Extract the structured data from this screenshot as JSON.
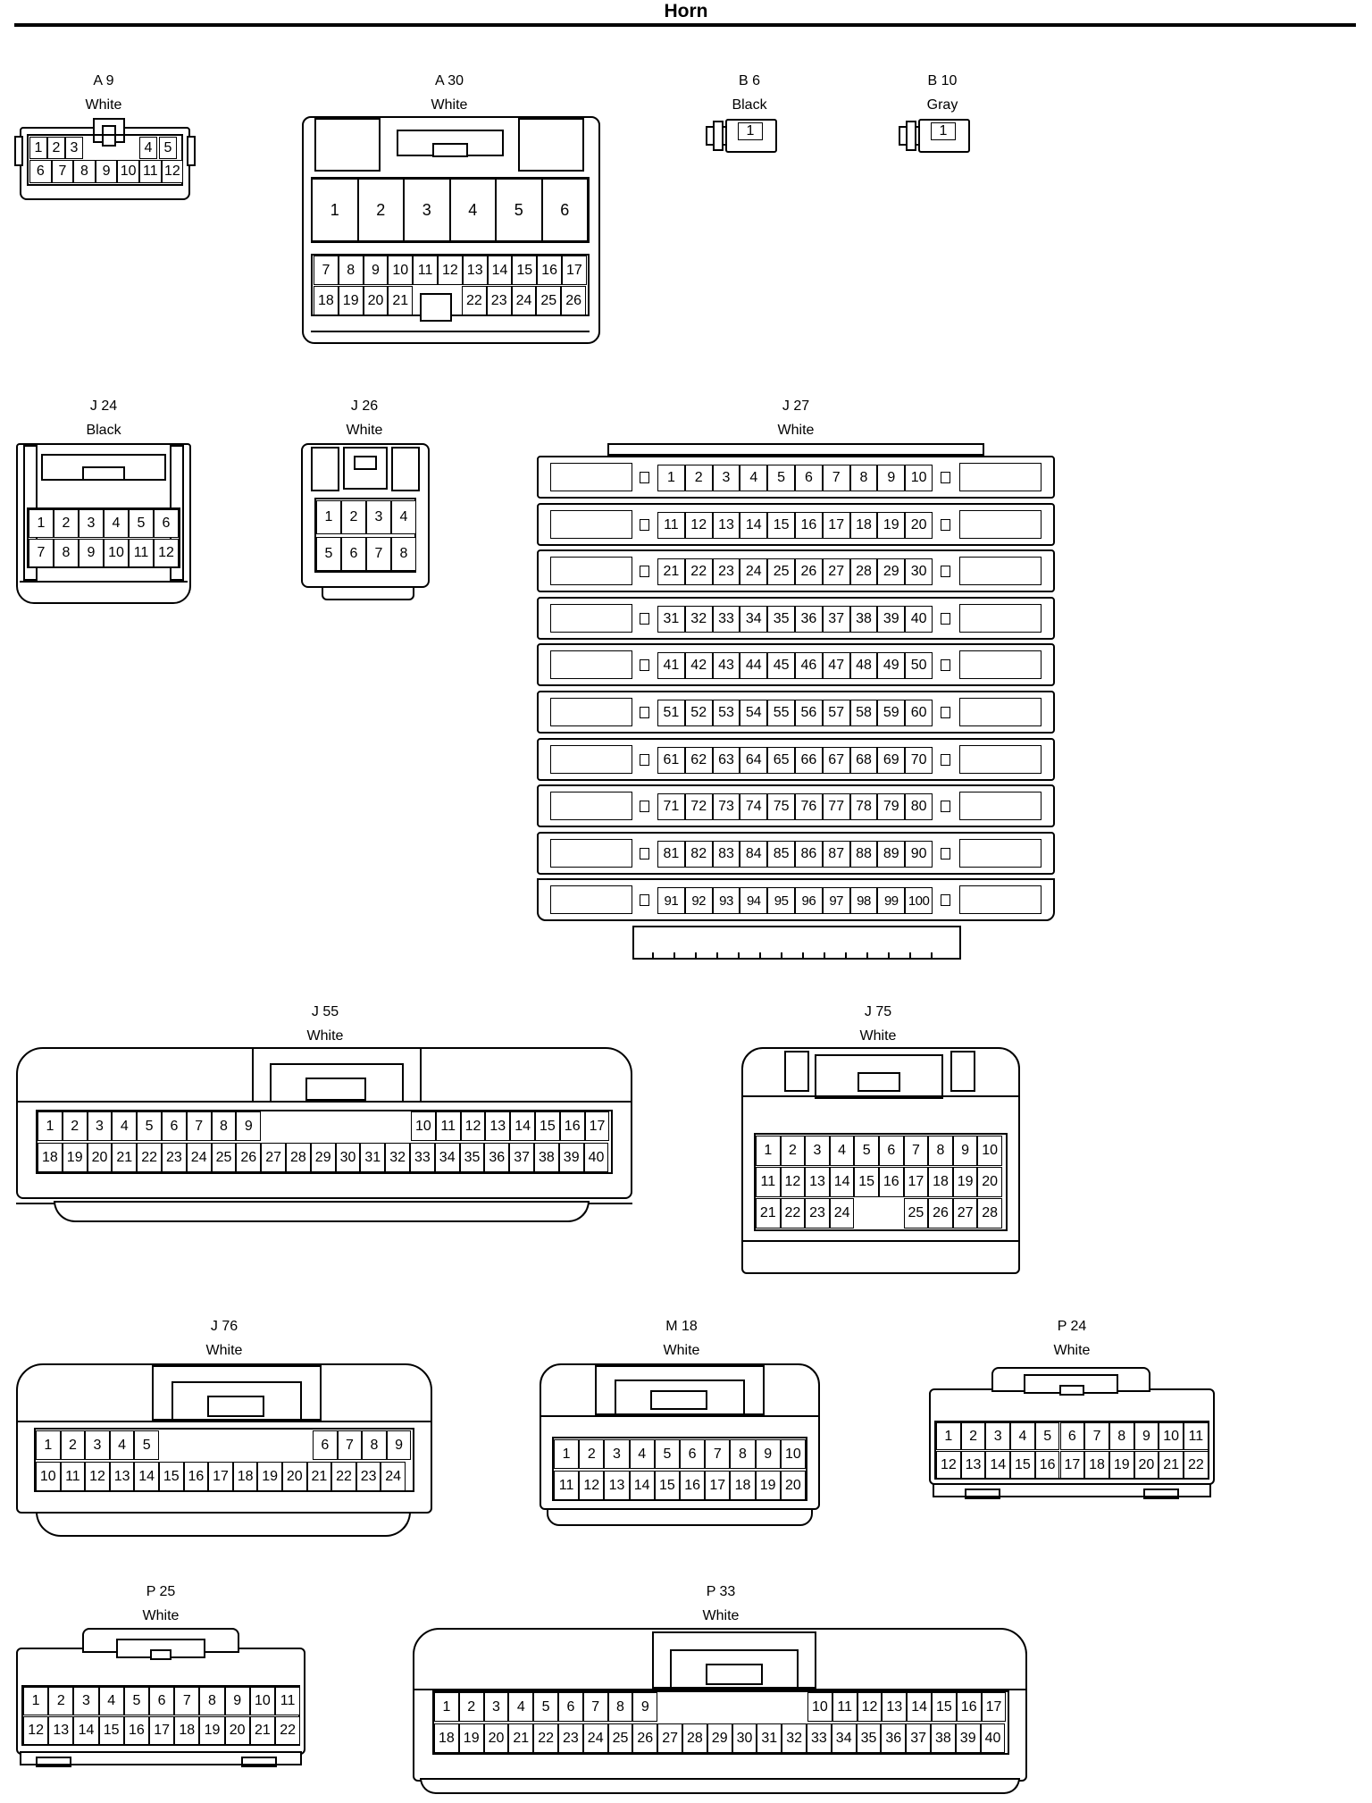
{
  "page": {
    "title": "Horn"
  },
  "connectors": {
    "A9": {
      "id": "A 9",
      "color": "White"
    },
    "A30": {
      "id": "A 30",
      "color": "White"
    },
    "B6": {
      "id": "B 6",
      "color": "Black"
    },
    "B10": {
      "id": "B 10",
      "color": "Gray"
    },
    "J24": {
      "id": "J 24",
      "color": "Black"
    },
    "J26": {
      "id": "J 26",
      "color": "White"
    },
    "J27": {
      "id": "J 27",
      "color": "White"
    },
    "J55": {
      "id": "J 55",
      "color": "White"
    },
    "J75": {
      "id": "J 75",
      "color": "White"
    },
    "J76": {
      "id": "J 76",
      "color": "White"
    },
    "M18": {
      "id": "M 18",
      "color": "White"
    },
    "P24": {
      "id": "P 24",
      "color": "White"
    },
    "P25": {
      "id": "P 25",
      "color": "White"
    },
    "P33": {
      "id": "P 33",
      "color": "White"
    }
  },
  "pins": {
    "A9": [
      [
        "1",
        "2",
        "3",
        "",
        "",
        "4",
        "5"
      ],
      [
        "6",
        "7",
        "8",
        "9",
        "10",
        "11",
        "12"
      ]
    ],
    "A30": [
      [
        "1",
        "2",
        "3",
        "4",
        "5",
        "6"
      ],
      [
        "7",
        "8",
        "9",
        "10",
        "11",
        "12",
        "13",
        "14",
        "15",
        "16",
        "17"
      ],
      [
        "18",
        "19",
        "20",
        "21",
        "",
        "22",
        "23",
        "24",
        "25",
        "26"
      ]
    ],
    "B6": [
      [
        "1"
      ]
    ],
    "B10": [
      [
        "1"
      ]
    ],
    "J24": [
      [
        "1",
        "2",
        "3",
        "4",
        "5",
        "6"
      ],
      [
        "7",
        "8",
        "9",
        "10",
        "11",
        "12"
      ]
    ],
    "J26": [
      [
        "1",
        "2",
        "3",
        "4"
      ],
      [
        "5",
        "6",
        "7",
        "8"
      ]
    ],
    "J27": [
      [
        "1",
        "2",
        "3",
        "4",
        "5",
        "6",
        "7",
        "8",
        "9",
        "10"
      ],
      [
        "11",
        "12",
        "13",
        "14",
        "15",
        "16",
        "17",
        "18",
        "19",
        "20"
      ],
      [
        "21",
        "22",
        "23",
        "24",
        "25",
        "26",
        "27",
        "28",
        "29",
        "30"
      ],
      [
        "31",
        "32",
        "33",
        "34",
        "35",
        "36",
        "37",
        "38",
        "39",
        "40"
      ],
      [
        "41",
        "42",
        "43",
        "44",
        "45",
        "46",
        "47",
        "48",
        "49",
        "50"
      ],
      [
        "51",
        "52",
        "53",
        "54",
        "55",
        "56",
        "57",
        "58",
        "59",
        "60"
      ],
      [
        "61",
        "62",
        "63",
        "64",
        "65",
        "66",
        "67",
        "68",
        "69",
        "70"
      ],
      [
        "71",
        "72",
        "73",
        "74",
        "75",
        "76",
        "77",
        "78",
        "79",
        "80"
      ],
      [
        "81",
        "82",
        "83",
        "84",
        "85",
        "86",
        "87",
        "88",
        "89",
        "90"
      ],
      [
        "91",
        "92",
        "93",
        "94",
        "95",
        "96",
        "97",
        "98",
        "99",
        "100"
      ]
    ],
    "J55": [
      [
        "1",
        "2",
        "3",
        "4",
        "5",
        "6",
        "7",
        "8",
        "9"
      ],
      [
        "10",
        "11",
        "12",
        "13",
        "14",
        "15",
        "16",
        "17"
      ],
      [
        "18",
        "19",
        "20",
        "21",
        "22",
        "23",
        "24",
        "25",
        "26",
        "27",
        "28",
        "29",
        "30",
        "31",
        "32",
        "33",
        "34",
        "35",
        "36",
        "37",
        "38",
        "39",
        "40"
      ]
    ],
    "J75": [
      [
        "1",
        "2",
        "3",
        "4",
        "5",
        "6",
        "7",
        "8",
        "9",
        "10"
      ],
      [
        "11",
        "12",
        "13",
        "14",
        "15",
        "16",
        "17",
        "18",
        "19",
        "20"
      ],
      [
        "21",
        "22",
        "23",
        "24",
        "",
        "",
        "25",
        "26",
        "27",
        "28"
      ]
    ],
    "J76": [
      [
        "1",
        "2",
        "3",
        "4",
        "5"
      ],
      [
        "6",
        "7",
        "8",
        "9"
      ],
      [
        "10",
        "11",
        "12",
        "13",
        "14",
        "15",
        "16",
        "17",
        "18",
        "19",
        "20",
        "21",
        "22",
        "23",
        "24"
      ]
    ],
    "M18": [
      [
        "1",
        "2",
        "3",
        "4",
        "5",
        "6",
        "7",
        "8",
        "9",
        "10"
      ],
      [
        "11",
        "12",
        "13",
        "14",
        "15",
        "16",
        "17",
        "18",
        "19",
        "20"
      ]
    ],
    "P24": [
      [
        "1",
        "2",
        "3",
        "4",
        "5",
        "6",
        "7",
        "8",
        "9",
        "10",
        "11"
      ],
      [
        "12",
        "13",
        "14",
        "15",
        "16",
        "17",
        "18",
        "19",
        "20",
        "21",
        "22"
      ]
    ],
    "P25": [
      [
        "1",
        "2",
        "3",
        "4",
        "5",
        "6",
        "7",
        "8",
        "9",
        "10",
        "11"
      ],
      [
        "12",
        "13",
        "14",
        "15",
        "16",
        "17",
        "18",
        "19",
        "20",
        "21",
        "22"
      ]
    ],
    "P33": [
      [
        "1",
        "2",
        "3",
        "4",
        "5",
        "6",
        "7",
        "8",
        "9"
      ],
      [
        "10",
        "11",
        "12",
        "13",
        "14",
        "15",
        "16",
        "17"
      ],
      [
        "18",
        "19",
        "20",
        "21",
        "22",
        "23",
        "24",
        "25",
        "26",
        "27",
        "28",
        "29",
        "30",
        "31",
        "32",
        "33",
        "34",
        "35",
        "36",
        "37",
        "38",
        "39",
        "40"
      ]
    ]
  }
}
